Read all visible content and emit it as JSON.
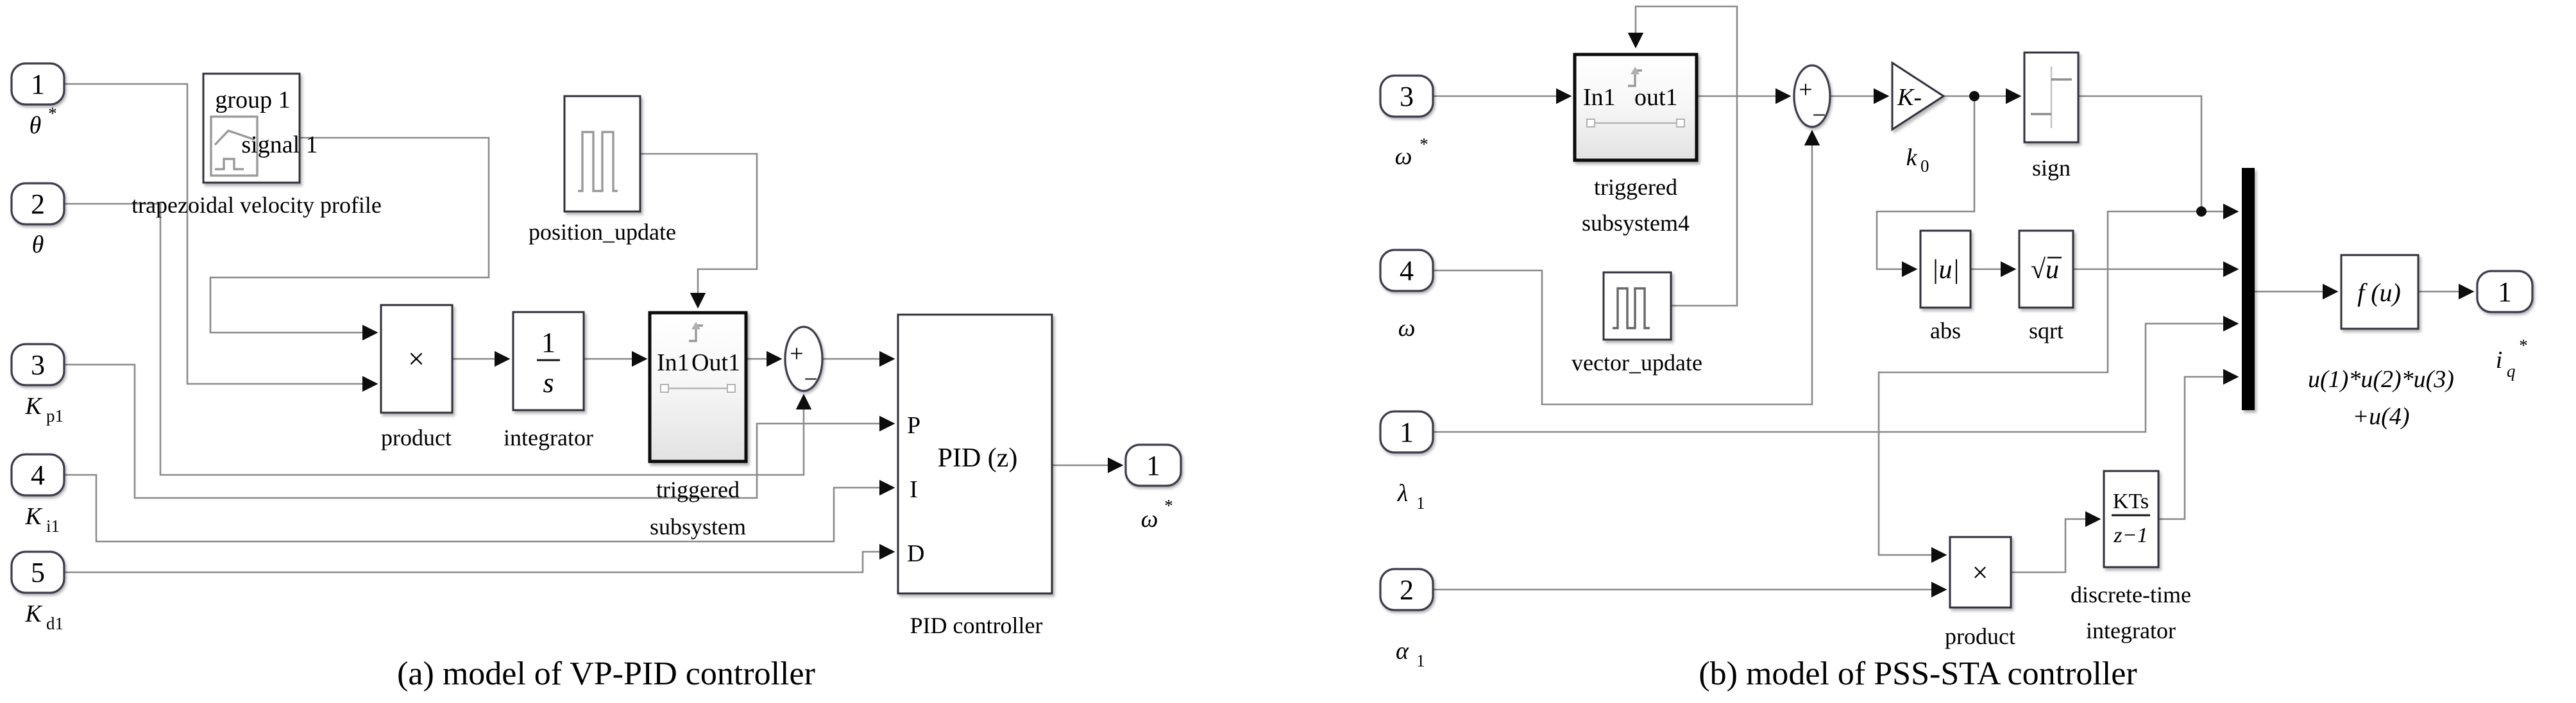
{
  "panel_a": {
    "caption": "(a) model of VP-PID controller",
    "inports": [
      {
        "num": "1",
        "base": "θ",
        "sup": "*",
        "sub": ""
      },
      {
        "num": "2",
        "base": "θ",
        "sup": "",
        "sub": ""
      },
      {
        "num": "3",
        "base": "K",
        "sup": "",
        "sub": "p1"
      },
      {
        "num": "4",
        "base": "K",
        "sup": "",
        "sub": "i1"
      },
      {
        "num": "5",
        "base": "K",
        "sup": "",
        "sub": "d1"
      }
    ],
    "signal_builder": {
      "group": "group 1",
      "signal": "signal 1",
      "label": "trapezoidal velocity profile"
    },
    "pulse": {
      "label": "position_update"
    },
    "product": {
      "symbol": "×",
      "label": "product"
    },
    "integrator": {
      "numerator": "1",
      "denominator": "s",
      "label": "integrator"
    },
    "subsystem": {
      "in": "In1",
      "out": "Out1",
      "label1": "triggered",
      "label2": "subsystem"
    },
    "sum": {
      "plus": "+",
      "minus": "−"
    },
    "pid": {
      "title": "PID (z)",
      "p": "P",
      "i": "I",
      "d": "D",
      "label": "PID controller"
    },
    "outport": {
      "num": "1",
      "base": "ω",
      "sup": "*",
      "sub": ""
    }
  },
  "panel_b": {
    "caption": "(b) model of PSS-STA controller",
    "inports": [
      {
        "num": "3",
        "base": "ω",
        "sup": "*",
        "sub": ""
      },
      {
        "num": "4",
        "base": "ω",
        "sup": "",
        "sub": ""
      },
      {
        "num": "1",
        "base": "λ",
        "sup": "",
        "sub": "1"
      },
      {
        "num": "2",
        "base": "α",
        "sup": "",
        "sub": "1"
      }
    ],
    "subsystem": {
      "in": "In1",
      "out": "out1",
      "label1": "triggered",
      "label2": "subsystem4"
    },
    "pulse": {
      "label": "vector_update"
    },
    "sum": {
      "plus": "+",
      "minus": "−"
    },
    "gain": {
      "text": "K-",
      "label_base": "k",
      "label_sub": "0"
    },
    "sign": {
      "label": "sign"
    },
    "abs": {
      "text": "|u|",
      "label": "abs"
    },
    "sqrt": {
      "text": "√u",
      "label": "sqrt"
    },
    "product": {
      "symbol": "×",
      "label": "product"
    },
    "dti": {
      "numerator": "KTs",
      "denominator": "z−1",
      "label1": "discrete-time",
      "label2": "integrator"
    },
    "fu": {
      "text": "f (u)",
      "formula1": "u(1)*u(2)*u(3)",
      "formula2": "+u(4)"
    },
    "outport": {
      "num": "1",
      "base": "i",
      "sub": "q",
      "sup": "*"
    }
  }
}
